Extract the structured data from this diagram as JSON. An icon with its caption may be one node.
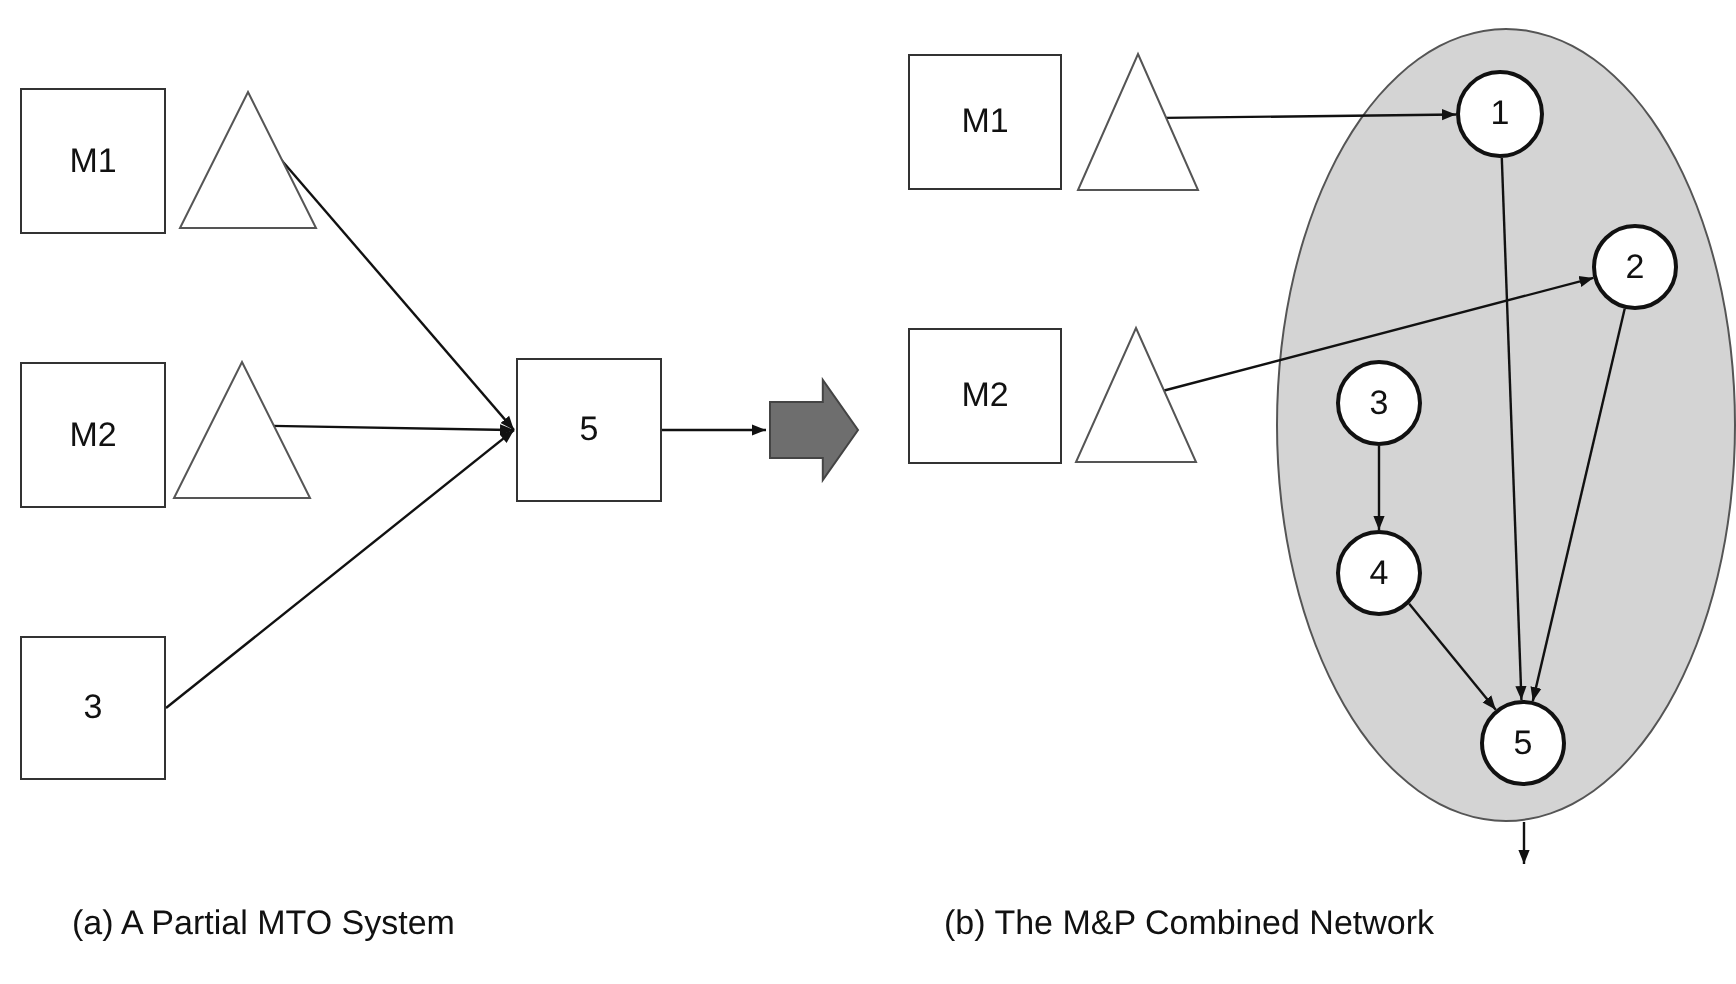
{
  "diagram": {
    "nodes": [
      {
        "text": [
          "M1"
        ]
      },
      {
        "text": [],
        "shape": "triangle"
      },
      {
        "text": [
          "M2"
        ]
      },
      {
        "text": [],
        "shape": "triangle"
      },
      {
        "text": [
          "3"
        ]
      },
      {
        "text": [
          "5"
        ]
      },
      {
        "text": [],
        "shape": "arrow"
      },
      {
        "text": [
          "M1"
        ]
      },
      {
        "text": [],
        "shape": "triangle"
      },
      {
        "text": [
          "M2"
        ]
      },
      {
        "text": [],
        "shape": "triangle"
      },
      {
        "text": [],
        "shape": "ellipse"
      },
      {
        "text": [
          "1"
        ],
        "in": 11
      },
      {
        "text": [
          "2"
        ],
        "in": 11
      },
      {
        "text": [
          "3"
        ],
        "in": 11
      },
      {
        "text": [
          "4"
        ],
        "in": 11
      },
      {
        "text": [
          "5"
        ],
        "in": 11
      }
    ],
    "edges": [
      {
        "from": 1,
        "to": 5,
        "arrow": "to"
      },
      {
        "from": 3,
        "to": 5,
        "arrow": "to"
      },
      {
        "from": 4,
        "to": 5,
        "arrow": "to"
      },
      {
        "from": 5,
        "to": 6,
        "arrow": "to"
      },
      {
        "from": 8,
        "to": 12,
        "arrow": "to"
      },
      {
        "from": 10,
        "to": 13,
        "arrow": "to"
      },
      {
        "from": 12,
        "to": 16,
        "arrow": "to"
      },
      {
        "from": 13,
        "to": 16,
        "arrow": "to"
      },
      {
        "from": 14,
        "to": 15,
        "arrow": "to"
      },
      {
        "from": 15,
        "to": 16,
        "arrow": "to"
      },
      {
        "from": 11,
        "to": null,
        "arrow": "to"
      }
    ],
    "labels": [
      "(a) A Partial MTO System",
      "(b) The M&P Combined Network"
    ]
  }
}
